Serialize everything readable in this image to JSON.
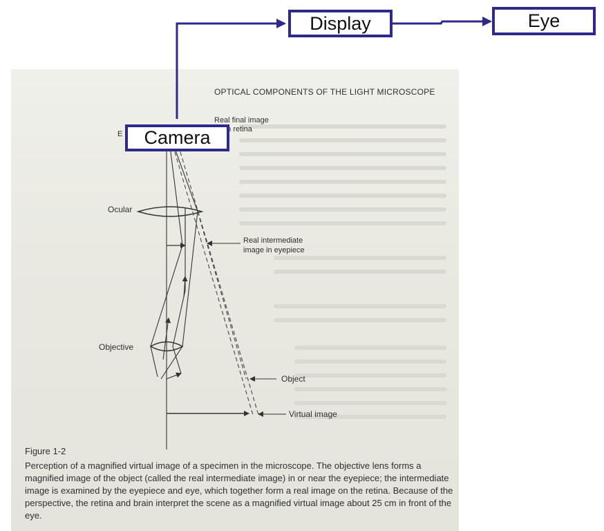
{
  "header": {
    "title": "OPTICAL COMPONENTS OF THE LIGHT MICROSCOPE"
  },
  "boxes": {
    "display": "Display",
    "eye": "Eye",
    "camera": "Camera"
  },
  "diagram": {
    "real_final_image_1": "Real final image",
    "real_final_image_2": "on retina",
    "e_fragment": "E",
    "ocular": "Ocular",
    "real_intermediate_1": "Real intermediate",
    "real_intermediate_2": "image in eyepiece",
    "objective": "Objective",
    "object": "Object",
    "virtual_image": "Virtual image"
  },
  "figure": {
    "label": "Figure 1-2",
    "caption": "Perception of a magnified virtual image of a specimen in the microscope. The objective lens forms a magnified image of the object (called the real intermediate image) in or near the eyepiece; the intermediate image is examined by the eyepiece and eye, which together form a real image on the retina. Because of the perspective, the retina and brain interpret the scene as a magnified virtual image about 25 cm in front of the eye."
  },
  "colors": {
    "box_border": "#2d2a8c",
    "connector": "#2d2a8c"
  }
}
